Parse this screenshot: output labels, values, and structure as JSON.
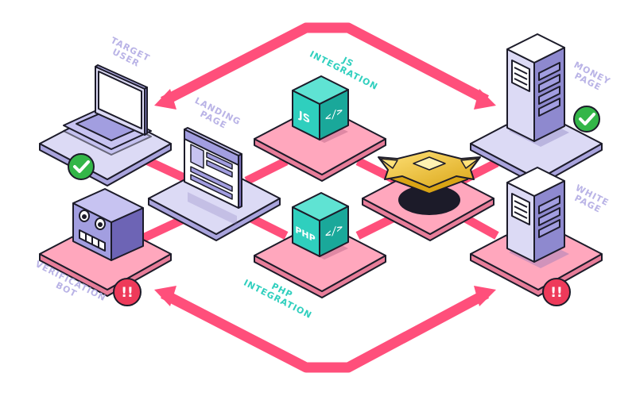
{
  "labels": {
    "target_user": [
      "TARGET",
      "USER"
    ],
    "landing_page": [
      "LANDING",
      "PAGE"
    ],
    "js_integration": [
      "JS",
      "INTEGRATION"
    ],
    "money_page": [
      "MONEY",
      "PAGE"
    ],
    "white_page": [
      "WHITE",
      "PAGE"
    ],
    "php_integration": [
      "PHP",
      "INTEGRATION"
    ],
    "verification_bot": [
      "VERIFICATION",
      "BOT"
    ]
  },
  "cubes": {
    "js": {
      "title": "JS",
      "code": "</>"
    },
    "php": {
      "title": "PHP",
      "code": "</>"
    }
  },
  "badges": {
    "alert": "!!"
  },
  "colors": {
    "arrow": "#ff4f7b",
    "tile_pink": "#ffa7bd",
    "tile_lavender": "#dcdaf5",
    "teal": "#2fcfbe",
    "device_purple": "#b5b1ec",
    "outline": "#1c1b29",
    "success": "#33b648",
    "danger": "#ee3a5a",
    "gold": "#f2c62c"
  }
}
